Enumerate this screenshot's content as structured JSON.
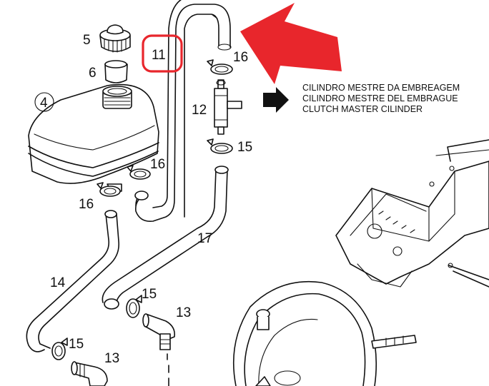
{
  "labels": {
    "cap": "5",
    "seal": "6",
    "reservoir": "4",
    "pipe_highlight": "11",
    "clamp_top": "16",
    "tee": "12",
    "clamp_mid": "15",
    "clamp_reservoir": "16",
    "clamp_left": "16",
    "hose_right": "17",
    "hose_left": "14",
    "clamp_lower_mid": "15",
    "elbow_right": "13",
    "clamp_lower_left": "15",
    "elbow_left": "13"
  },
  "caption": {
    "line1": "CILINDRO MESTRE DA EMBREAGEM",
    "line2": "CILINDRO MESTRE DEL EMBRAGUE",
    "line3": "CLUTCH MASTER CILINDER"
  },
  "colors": {
    "highlight": "#e8262c",
    "ink": "#111111"
  }
}
